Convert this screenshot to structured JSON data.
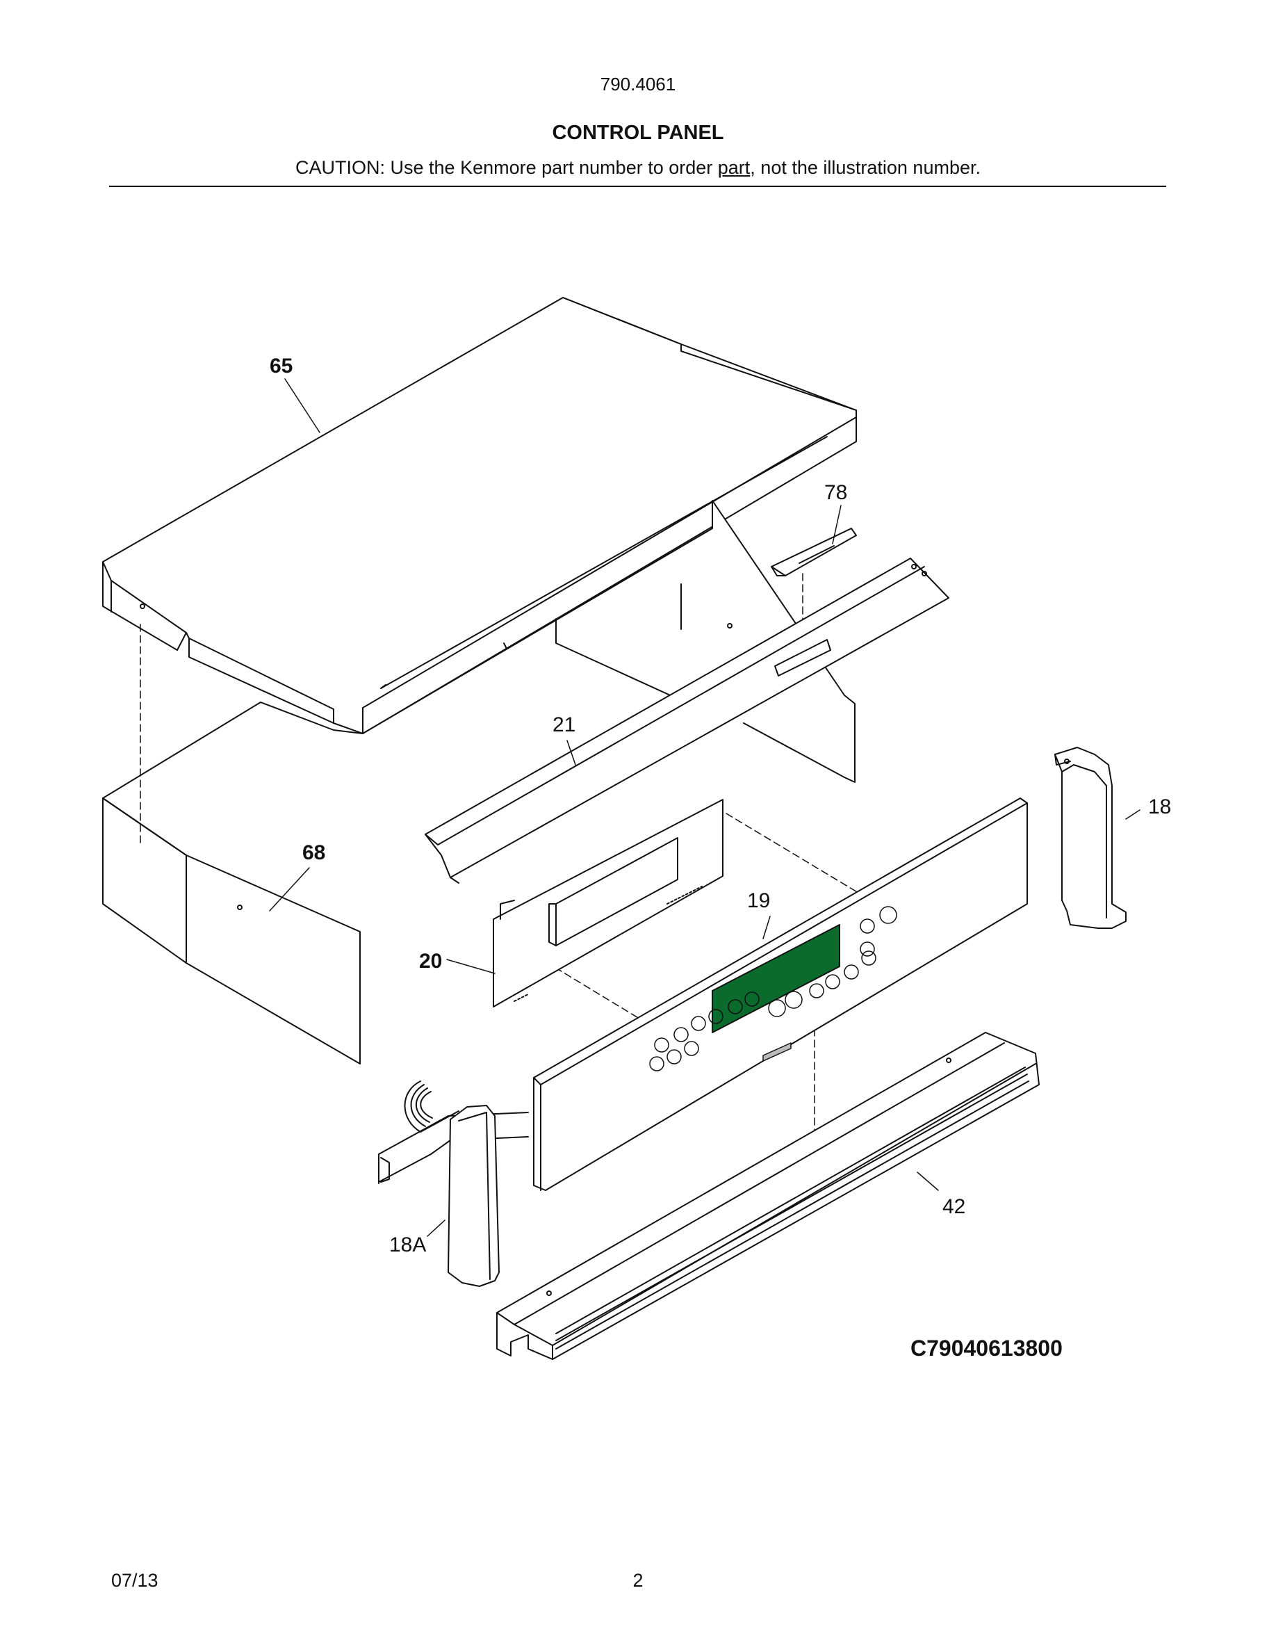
{
  "header": {
    "model_number": "790.4061",
    "title": "CONTROL PANEL",
    "caution_prefix": "CAUTION: Use the Kenmore part number to order ",
    "caution_underlined": "part",
    "caution_suffix": ", not the illustration number."
  },
  "diagram": {
    "diagram_id": "C79040613800",
    "callouts": {
      "c65": "65",
      "c78": "78",
      "c21": "21",
      "c18": "18",
      "c68": "68",
      "c19": "19",
      "c20": "20",
      "c42": "42",
      "c18A": "18A"
    },
    "display_color": "#0a6b2c"
  },
  "footer": {
    "date": "07/13",
    "page_number": "2"
  }
}
